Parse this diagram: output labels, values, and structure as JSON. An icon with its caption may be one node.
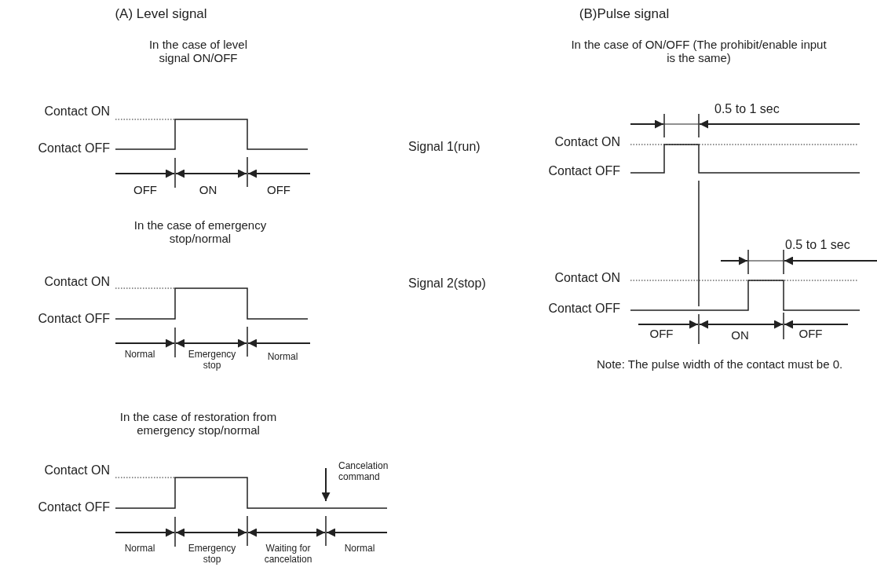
{
  "diagram": {
    "labels": [
      "(A) Level signal",
      "In the case of level signal ON/OFF",
      "Contact ON",
      "Contact OFF",
      "OFF",
      "ON",
      "OFF",
      "In the case of emergency stop/normal",
      "Contact ON",
      "Contact OFF",
      "Normal",
      "Emergency stop",
      "Normal",
      "In the case of restoration from emergency stop/normal",
      "Contact ON",
      "Contact OFF",
      "Cancelation command",
      "Normal",
      "Emergency stop",
      "Waiting for cancelation",
      "Normal",
      "(B)Pulse signal",
      "In the case of ON/OFF (The prohibit/enable input is the same)",
      "0.5 to 1 sec",
      "Signal 1(run)",
      "Contact ON",
      "Contact OFF",
      "0.5 to 1 sec",
      "Signal 2(stop)",
      "Contact ON",
      "Contact OFF",
      "OFF",
      "ON",
      "OFF",
      "Note: The pulse width of the contact must be 0."
    ]
  }
}
